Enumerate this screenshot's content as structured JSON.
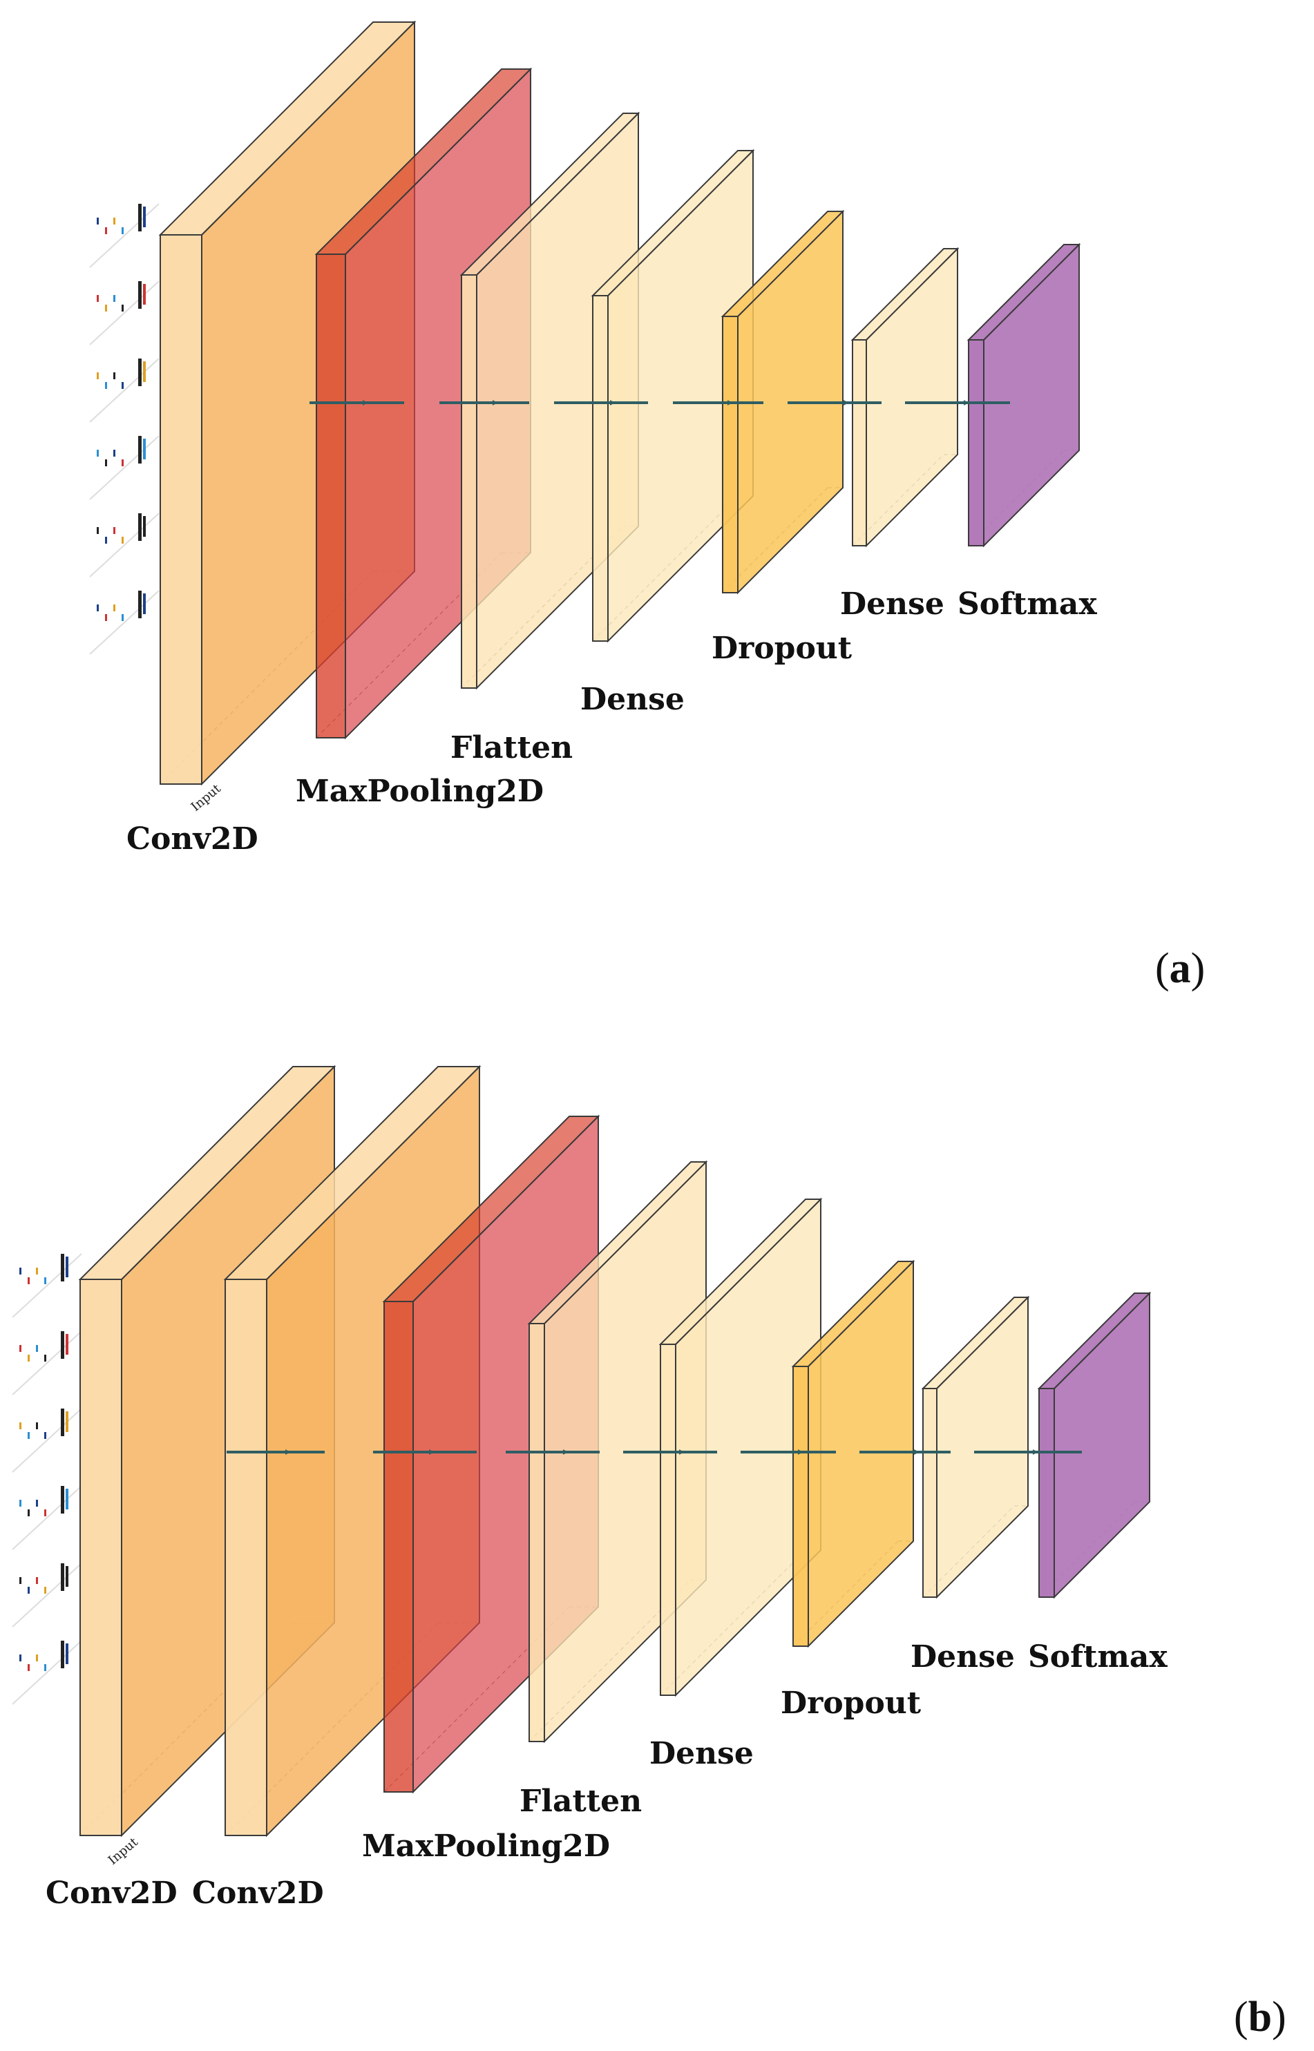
{
  "colors": {
    "conv": "#f6b461",
    "conv_side": "#fcd9a6",
    "pool": "#d9434a",
    "pool_side": "#d8402d",
    "pool_overlap": "#d35a3c",
    "flat": "#fde3b3",
    "dense": "#fde7ba",
    "dropout": "#fbc559",
    "softmax": "#b37ab9",
    "arrow": "#2f5e63",
    "edge": "#3a3a3a"
  },
  "panels": [
    {
      "id": "a",
      "tag_prefix": "(",
      "tag_letter": "a",
      "tag_suffix": ")",
      "input_label": "Input",
      "layers": [
        {
          "name": "conv2d",
          "label": "Conv2D",
          "type": "conv",
          "icon": "input-thumbnails"
        },
        {
          "name": "maxpooling2d",
          "label": "MaxPooling2D",
          "type": "pool"
        },
        {
          "name": "flatten",
          "label": "Flatten",
          "type": "flat"
        },
        {
          "name": "dense-1",
          "label": "Dense",
          "type": "dense"
        },
        {
          "name": "dropout",
          "label": "Dropout",
          "type": "dropout"
        },
        {
          "name": "dense-2",
          "label": "Dense",
          "type": "dense"
        },
        {
          "name": "softmax",
          "label": "Softmax",
          "type": "softmax"
        }
      ]
    },
    {
      "id": "b",
      "tag_prefix": "(",
      "tag_letter": "b",
      "tag_suffix": ")",
      "input_label": "Input",
      "layers": [
        {
          "name": "conv2d-1",
          "label": "Conv2D",
          "type": "conv",
          "icon": "input-thumbnails"
        },
        {
          "name": "conv2d-2",
          "label": "Conv2D",
          "type": "conv"
        },
        {
          "name": "maxpooling2d",
          "label": "MaxPooling2D",
          "type": "pool"
        },
        {
          "name": "flatten",
          "label": "Flatten",
          "type": "flat"
        },
        {
          "name": "dense-1",
          "label": "Dense",
          "type": "dense"
        },
        {
          "name": "dropout",
          "label": "Dropout",
          "type": "dropout"
        },
        {
          "name": "dense-2",
          "label": "Dense",
          "type": "dense"
        },
        {
          "name": "softmax",
          "label": "Softmax",
          "type": "softmax"
        }
      ]
    }
  ]
}
